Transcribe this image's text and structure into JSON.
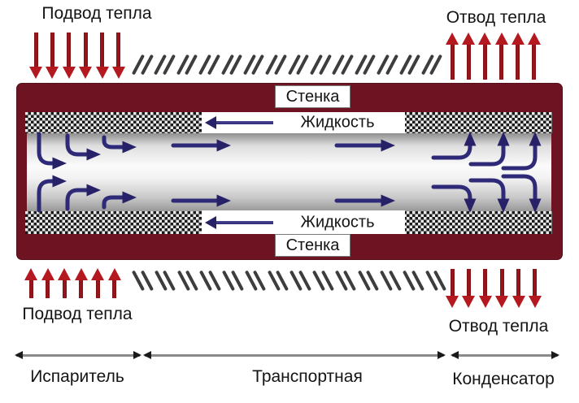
{
  "diagram": {
    "type": "heat-pipe-schematic",
    "labels": {
      "heat_supply_top": "Подвод тепла",
      "heat_supply_bottom": "Подвод тепла",
      "heat_removal_top": "Отвод тепла",
      "heat_removal_bottom": "Отвод тепла",
      "wall_top": "Стенка",
      "wall_bottom": "Стенка",
      "liquid_top": "Жидкость",
      "liquid_bottom": "Жидкость"
    },
    "zones": [
      {
        "label": "Испаритель"
      },
      {
        "label": "Транспортная"
      },
      {
        "label": "Конденсатор"
      }
    ],
    "colors": {
      "wall": "#6d1322",
      "heat_arrow": "#b3191f",
      "flow_arrow": "#2e2a78",
      "hatch": "#3d3d3d",
      "dimension_line": "#8a8a8a"
    }
  }
}
